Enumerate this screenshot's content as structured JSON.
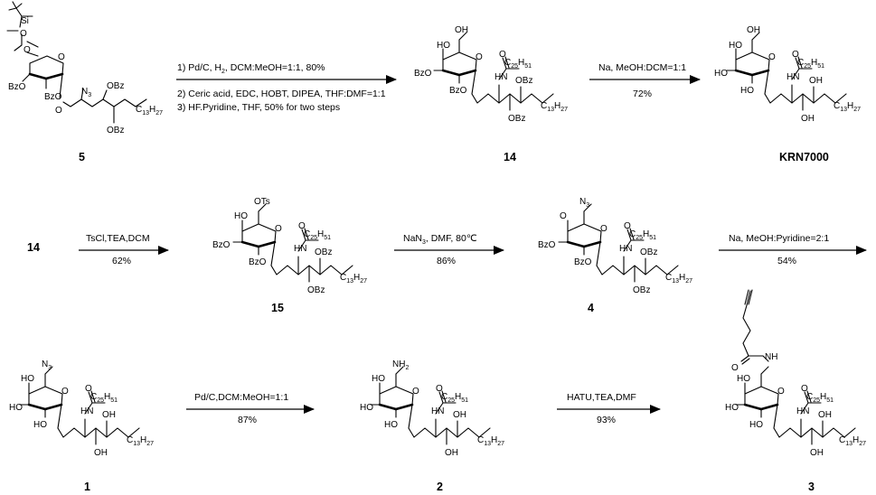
{
  "compounds": {
    "c5": "5",
    "c14a": "14",
    "kr": "KRN7000",
    "c14b": "14",
    "c15": "15",
    "c4": "4",
    "c1": "1",
    "c2": "2",
    "c3": "3"
  },
  "steps": {
    "s1": {
      "line1": "1) Pd/C, H",
      "line1_sub": "2",
      "line1_rest": ", DCM:MeOH=1:1, 80%",
      "line2": "2) Ceric acid, EDC, HOBT, DIPEA, THF:DMF=1:1",
      "line3": "3) HF.Pyridine,  THF, 50% for two steps"
    },
    "s2": {
      "top": "Na, MeOH:DCM=1:1",
      "bottom": "72%"
    },
    "s3": {
      "top": "TsCl,TEA,DCM",
      "bottom": "62%"
    },
    "s4": {
      "top_pre": "NaN",
      "top_sub": "3",
      "top_rest": ", DMF, 80℃",
      "bottom": "86%"
    },
    "s5": {
      "top": "Na, MeOH:Pyridine=2:1",
      "bottom": "54%"
    },
    "s6": {
      "top": "Pd/C,DCM:MeOH=1:1",
      "bottom": "87%"
    },
    "s7": {
      "top": "HATU,TEA,DMF",
      "bottom": "93%"
    }
  },
  "atoms": {
    "O": "O",
    "OH": "OH",
    "HO": "HO",
    "BzO": "BzO",
    "OBz": "OBz",
    "N3": "N",
    "N3_sub": "3",
    "HN": "HN",
    "NH": "NH",
    "NH2": "NH",
    "NH2_sub": "2",
    "OTs": "OTs",
    "Si": "Si",
    "C": "C",
    "C25": "25",
    "H51": "H",
    "H51_sub": "51",
    "C13": "13",
    "H27": "H",
    "H27_sub": "27"
  }
}
